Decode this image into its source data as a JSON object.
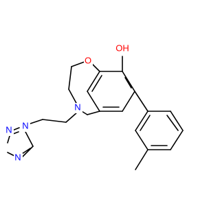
{
  "molecule": {
    "atoms": {
      "hydroxyl": {
        "label": "OH",
        "color": "#ff0000"
      },
      "ring_oxygen": {
        "label": "O",
        "color": "#ff0000"
      },
      "ring_nitrogen": {
        "label": "N",
        "color": "#0000ff"
      },
      "triazole_n1": {
        "label": "N",
        "color": "#0000ff"
      },
      "triazole_n2": {
        "label": "N",
        "color": "#0000ff"
      },
      "triazole_n4": {
        "label": "N",
        "color": "#0000ff"
      }
    },
    "bond_color": "#000000"
  }
}
